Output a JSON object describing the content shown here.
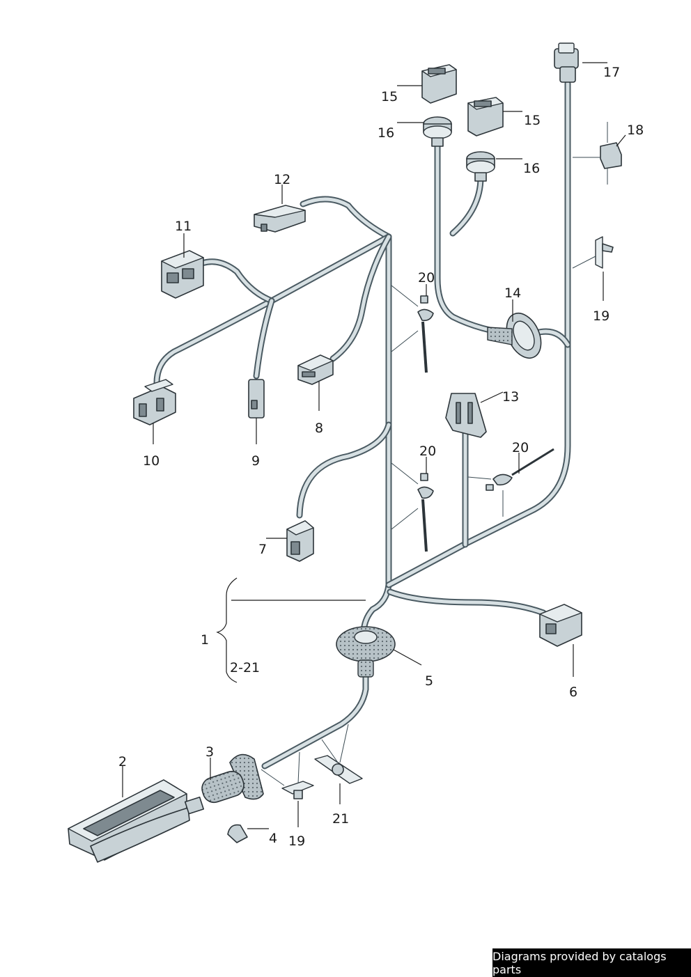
{
  "callouts": {
    "c1": "1",
    "c2_21": "2-21",
    "c2": "2",
    "c3": "3",
    "c4": "4",
    "c5": "5",
    "c6": "6",
    "c7": "7",
    "c8": "8",
    "c9": "9",
    "c10": "10",
    "c11": "11",
    "c12": "12",
    "c13": "13",
    "c14": "14",
    "c15a": "15",
    "c15b": "15",
    "c16a": "16",
    "c16b": "16",
    "c17": "17",
    "c18": "18",
    "c19a": "19",
    "c19b": "19",
    "c20a": "20",
    "c20b": "20",
    "c20c": "20",
    "c21": "21"
  },
  "footer": {
    "text": "Diagrams provided by catalogs parts"
  }
}
